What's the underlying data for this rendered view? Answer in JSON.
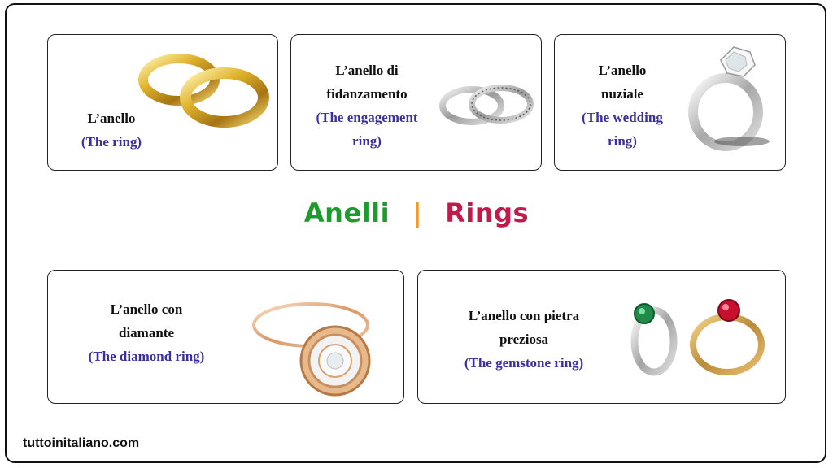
{
  "title": {
    "italian": "Anelli",
    "separator": "|",
    "english": "Rings"
  },
  "cards": [
    {
      "lines": [
        "L’anello"
      ],
      "english": "(The ring)",
      "icon": "gold-wedding-rings-icon"
    },
    {
      "lines": [
        "L’anello di",
        "fidanzamento"
      ],
      "english_lines": [
        "(The engagement",
        "ring)"
      ],
      "icon": "silver-engagement-rings-icon"
    },
    {
      "lines": [
        "L’anello",
        "nuziale"
      ],
      "english_lines": [
        "(The wedding",
        "ring)"
      ],
      "icon": "solitaire-ring-icon"
    },
    {
      "lines": [
        "L’anello con",
        "diamante"
      ],
      "english": "(The diamond ring)",
      "icon": "diamond-halo-ring-icon"
    },
    {
      "lines": [
        "L’anello con pietra",
        "preziosa"
      ],
      "english": "(The gemstone ring)",
      "icon": "gemstone-rings-icon"
    }
  ],
  "footer": "tuttoinitaliano.com",
  "colors": {
    "italian": "#1f9a2e",
    "english": "#c21a4a",
    "separator": "#f09a2a",
    "translation": "#3a2fa0"
  }
}
